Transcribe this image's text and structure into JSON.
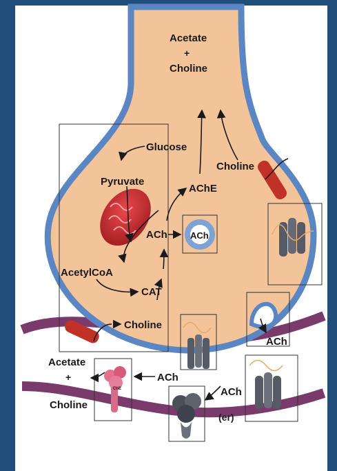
{
  "colors": {
    "frame": "#1f4e7a",
    "terminal_fill": "#f3c39a",
    "membrane_blue": "#5b86c4",
    "postsynaptic_membrane": "#7a3a6b",
    "cleft_fill": "#ffffff",
    "mitochondrion": "#c8262b",
    "transporter": "#c23127",
    "receptor": "#555a66",
    "enzyme_pink": "#e2708d"
  },
  "labels": {
    "top_product_line1": "Acetate",
    "top_product_plus": "+",
    "top_product_line2": "Choline",
    "glucose": "Glucose",
    "pyruvate": "Pyruvate",
    "acetylcoa": "AcetylCoA",
    "ach_inside": "ACh",
    "ache": "AChE",
    "ach_vesicle": "ACh",
    "cat": "CAT",
    "choline_reuptake": "Choline",
    "choline_transporter": "Choline",
    "ach_release": "ACh",
    "ach_cleft": "ACh",
    "ach_receptor": "ACh",
    "er": "(er)",
    "cleft_product_line1": "Acetate",
    "cleft_product_plus": "+",
    "cleft_product_line2": "Choline",
    "enzyme_mark": "ChE"
  }
}
